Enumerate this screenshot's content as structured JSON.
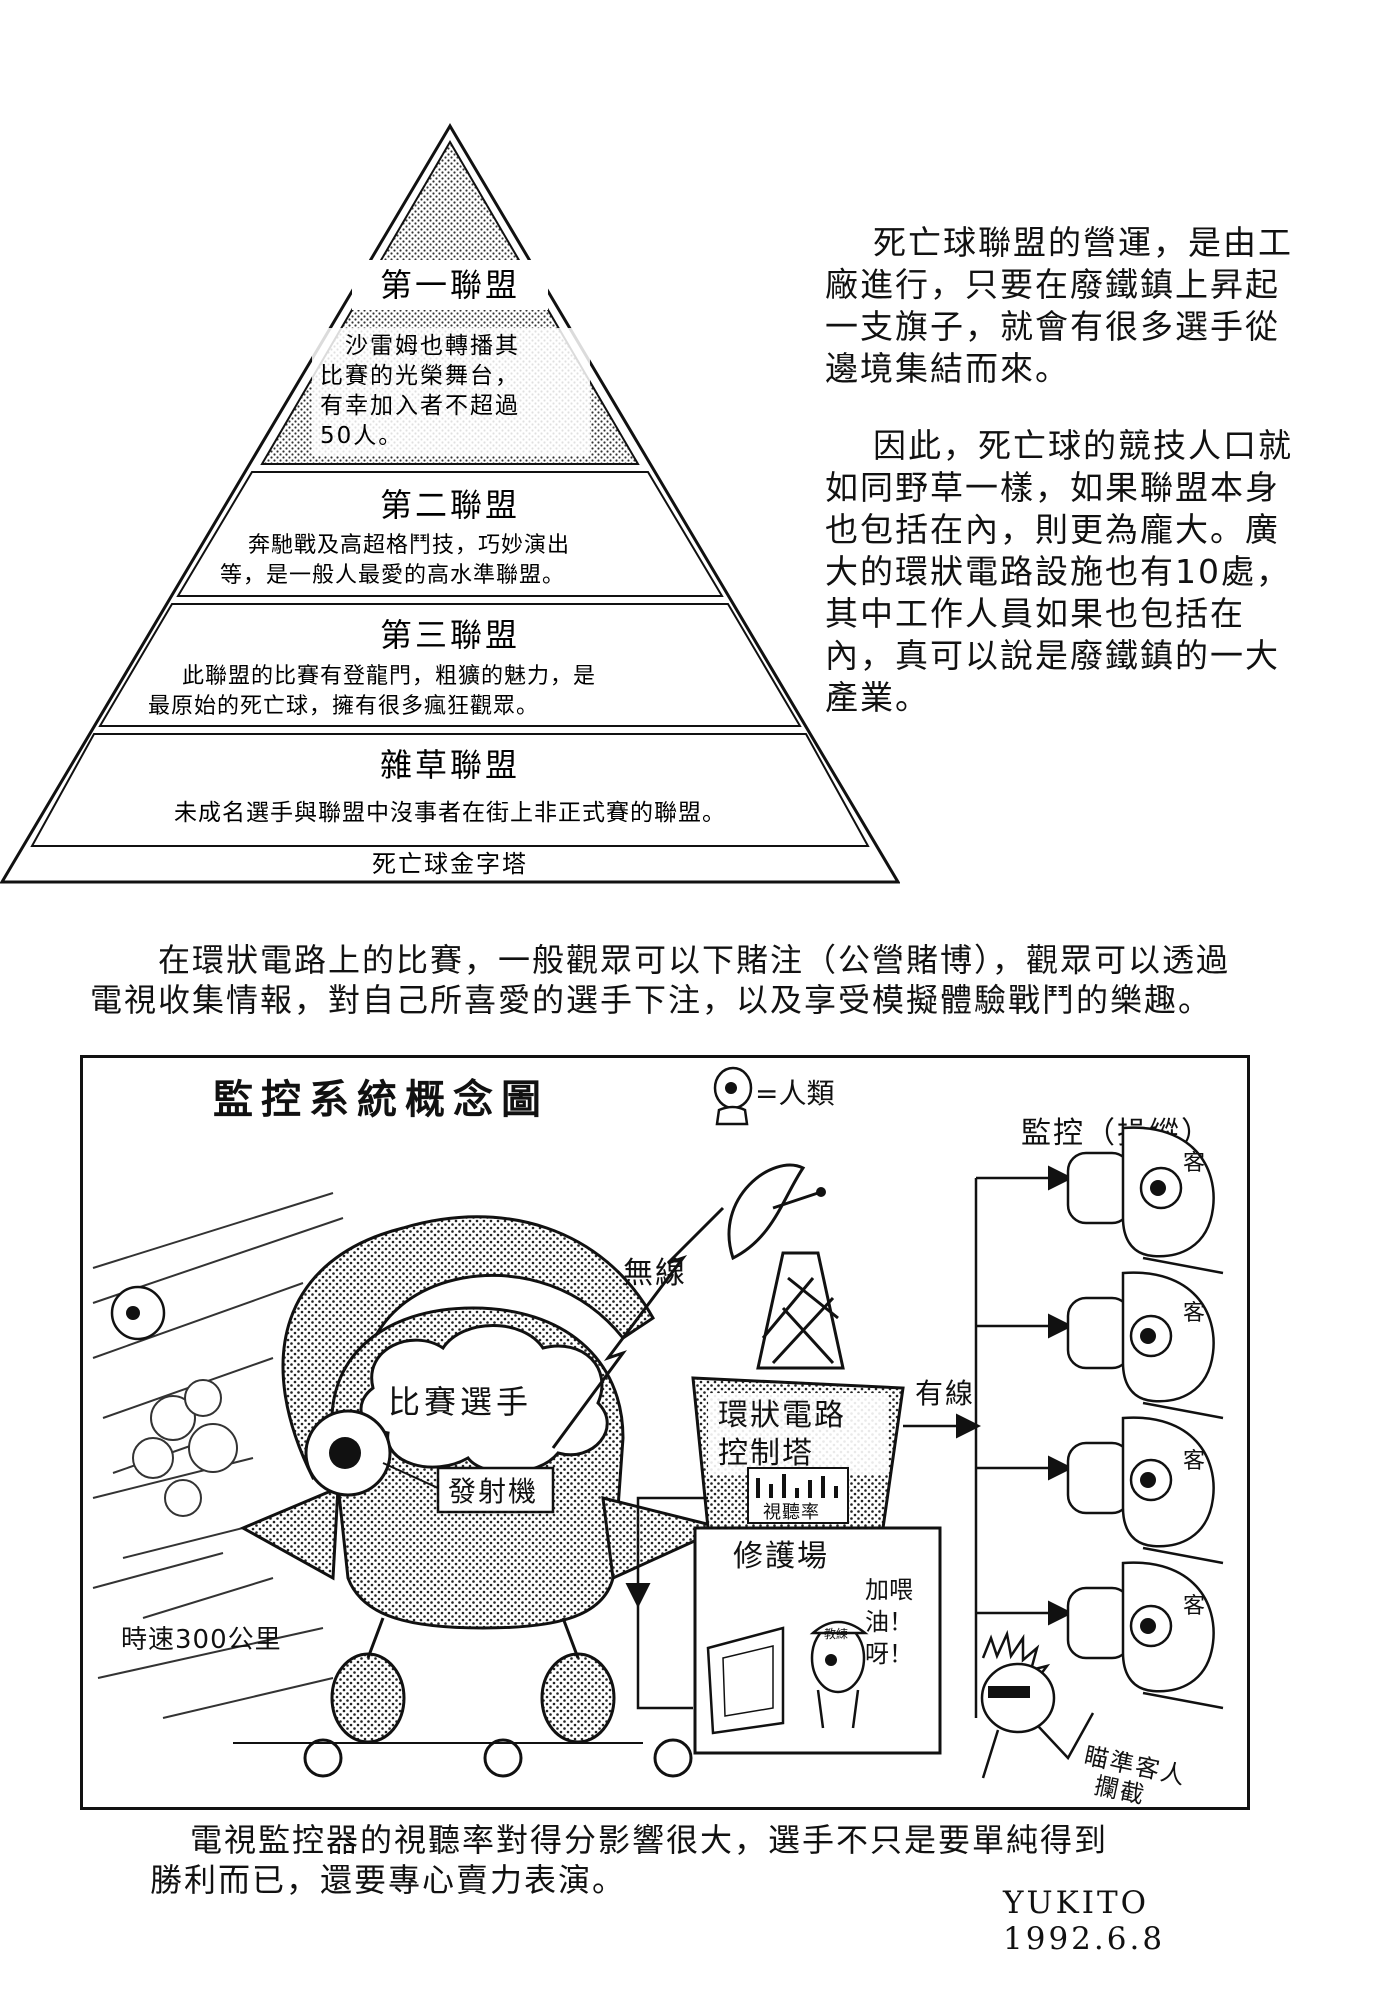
{
  "pyramid": {
    "tiers": [
      {
        "title": "第一聯盟",
        "lines": [
          "沙雷姆也轉播其",
          "比賽的光榮舞台，",
          "有幸加入者不超過",
          "50人。"
        ]
      },
      {
        "title": "第二聯盟",
        "lines": [
          "奔馳戰及高超格鬥技，巧妙演出",
          "等，是一般人最愛的高水準聯盟。"
        ]
      },
      {
        "title": "第三聯盟",
        "lines": [
          "此聯盟的比賽有登龍門，粗獷的魅力，是",
          "最原始的死亡球，擁有很多瘋狂觀眾。"
        ]
      },
      {
        "title": "雜草聯盟",
        "lines": [
          "未成名選手與聯盟中沒事者在街上非正式賽的聯盟。"
        ]
      }
    ],
    "caption": "死亡球金字塔"
  },
  "paragraphs": {
    "p1": "死亡球聯盟的營運，是由工廠進行，只要在廢鐵鎮上昇起一支旗子，就會有很多選手從邊境集結而來。",
    "p2": "因此，死亡球的競技人口就如同野草一樣，如果聯盟本身也包括在內，則更為龐大。廣大的環狀電路設施也有10處，其中工作人員如果也包括在內，真可以說是廢鐵鎮的一大產業。",
    "p3": "在環狀電路上的比賽，一般觀眾可以下賭注（公營賭博），觀眾可以透過電視收集情報，對自己所喜愛的選手下注，以及享受模擬體驗戰鬥的樂趣。",
    "p4": "電視監控器的視聽率對得分影響很大，選手不只是要單純得到勝利而已，還要專心賣力表演。"
  },
  "diagram": {
    "title": "監控系統概念圖",
    "legend": "=人類",
    "monitor_label": "監控（操縱）",
    "wireless_label": "無線",
    "wired_label": "有線",
    "player_label": "比賽選手",
    "transmitter_label": "發射機",
    "tower_label_1": "環狀電路",
    "tower_label_2": "控制塔",
    "ratings_label": "視聽率",
    "repair_label": "修護場",
    "cheer_1": "加喂",
    "cheer_2": "油！",
    "cheer_3": "呀！",
    "cap_text": "教練",
    "speed_label": "時速300公里",
    "guest_label": "客",
    "intercept_1": "瞄準客人",
    "intercept_2": "攔截"
  },
  "signature": {
    "name": "YUKITO",
    "date": "1992.6.8"
  }
}
